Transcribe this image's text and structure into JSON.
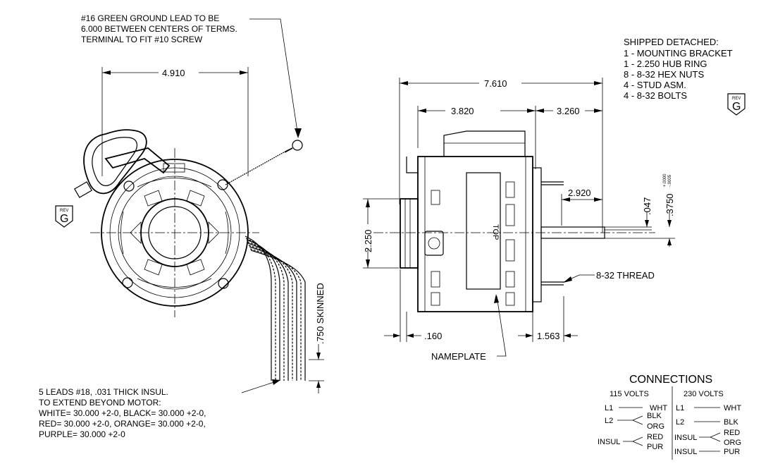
{
  "left_view": {
    "ground_note": [
      "#16 GREEN GROUND LEAD TO BE",
      "6.000 BETWEEN CENTERS OF TERMS.",
      "TERMINAL TO FIT #10 SCREW"
    ],
    "dim_width": "4.910",
    "dim_skinned": ".750 SKINNED",
    "leads_note": [
      "5 LEADS #18, .031 THICK INSUL.",
      "TO EXTEND BEYOND MOTOR:",
      "WHITE= 30.000 +2-0, BLACK= 30.000 +2-0,",
      "RED= 30.000 +2-0, ORANGE= 30.000 +2-0,",
      "PURPLE= 30.000 +2-0"
    ]
  },
  "rev_badge": {
    "label": "REV",
    "letter": "G"
  },
  "right_view": {
    "dim_overall": "7.610",
    "dim_body": "3.820",
    "dim_shaft_len": "3.260",
    "dim_shaft_flat": "2.920",
    "dim_hub": "2.250",
    "dim_flat_depth": ".047",
    "dim_shaft_dia": ".3750",
    "tol_plus": "+.0000",
    "tol_minus": "-.0005",
    "dim_hub_offset": ".160",
    "dim_stud": "1.563",
    "thread_note": "8-32 THREAD",
    "nameplate_label": "NAMEPLATE",
    "top_label": "TOP"
  },
  "shipped": {
    "title": "SHIPPED DETACHED:",
    "items": [
      "1 - MOUNTING BRACKET",
      "1 - 2.250 HUB RING",
      "8 - 8-32 HEX NUTS",
      "4 - STUD ASM.",
      "4 - 8-32 BOLTS"
    ]
  },
  "connections": {
    "title": "CONNECTIONS",
    "col115": {
      "heading": "115 VOLTS",
      "l1": "L1",
      "l1_wire": "WHT",
      "l2": "L2",
      "l2_wire_a": "BLK",
      "l2_wire_b": "ORG",
      "insul": "INSUL",
      "insul_wire_a": "RED",
      "insul_wire_b": "PUR"
    },
    "col230": {
      "heading": "230 VOLTS",
      "l1": "L1",
      "l1_wire": "WHT",
      "l2": "L2",
      "l2_wire": "BLK",
      "insul1": "INSUL",
      "insul1_wire_a": "RED",
      "insul1_wire_b": "ORG",
      "insul2": "INSUL",
      "insul2_wire": "PUR"
    }
  }
}
